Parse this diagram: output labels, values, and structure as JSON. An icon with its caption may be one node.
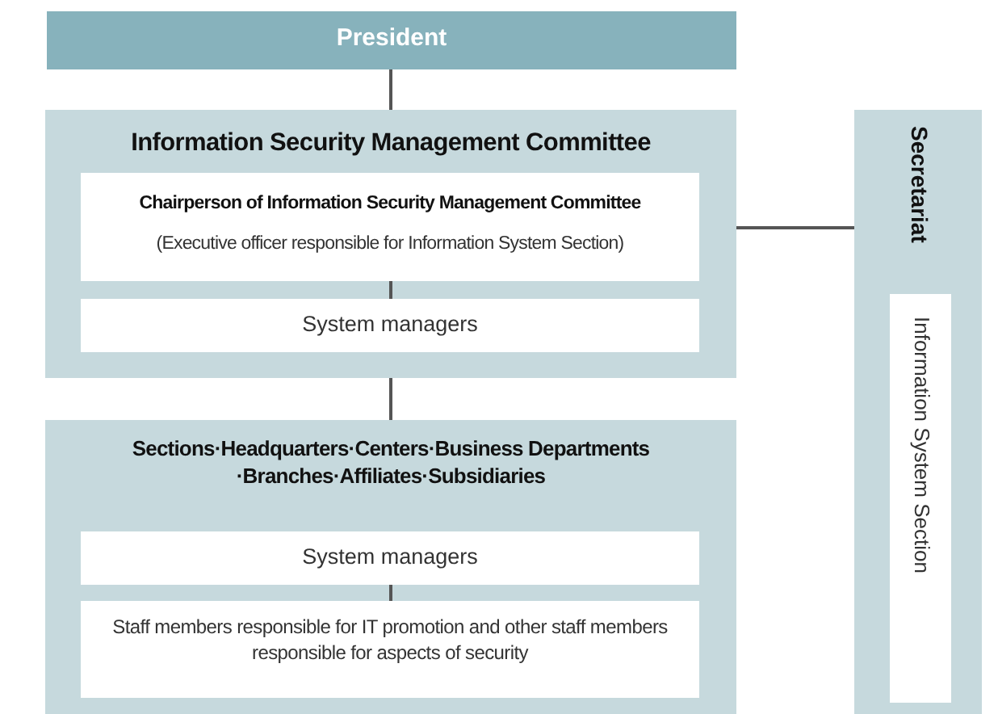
{
  "diagram": {
    "nodes": [
      {
        "text": [
          "President"
        ]
      },
      {
        "text": [
          "Information Security Management Committee"
        ]
      },
      {
        "text": [
          "Chairperson of Information Security Management Committee",
          "(Executive officer responsible for Information System Section)"
        ],
        "in": 1
      },
      {
        "text": [
          "System managers"
        ],
        "in": 1
      },
      {
        "text": [
          "Sections·Headquarters·Centers·Business Departments ·Branches·Affiliates·Subsidiaries"
        ]
      },
      {
        "text": [
          "System managers"
        ],
        "in": 4
      },
      {
        "text": [
          "Staff members responsible for IT promotion and other staff members responsible for aspects of security"
        ],
        "in": 4
      },
      {
        "text": [
          "Secretariat"
        ]
      },
      {
        "text": [
          "Information System Section"
        ],
        "in": 7
      }
    ],
    "edges": [
      {
        "from": 0,
        "to": 1,
        "arrow": "none"
      },
      {
        "from": 2,
        "to": 3,
        "arrow": "none"
      },
      {
        "from": 1,
        "to": 4,
        "arrow": "none"
      },
      {
        "from": 1,
        "to": 7,
        "arrow": "none"
      },
      {
        "from": 5,
        "to": 6,
        "arrow": "none"
      }
    ]
  }
}
